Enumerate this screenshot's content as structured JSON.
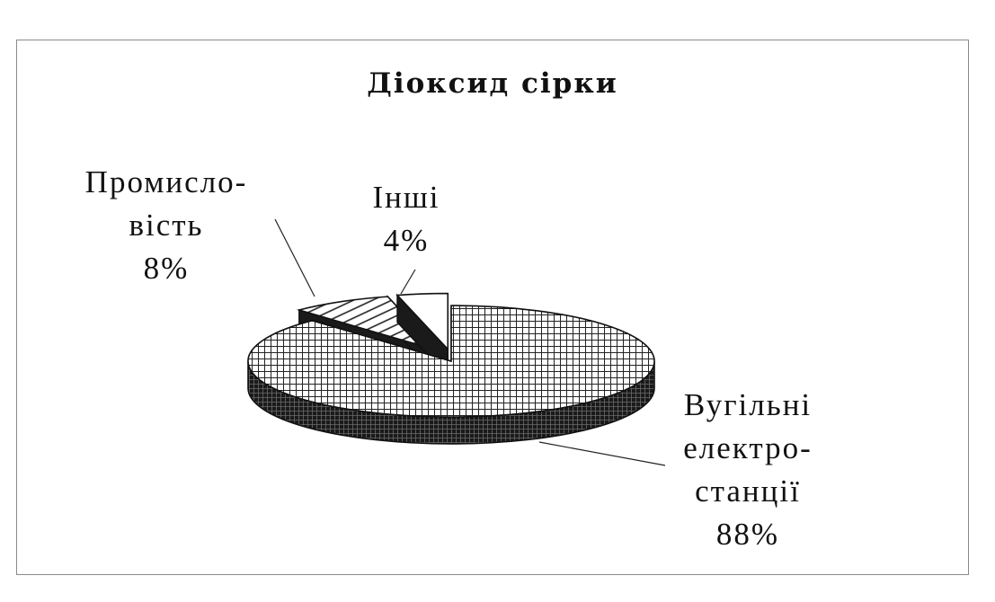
{
  "chart_data": {
    "type": "pie",
    "title": "Діоксид сірки",
    "slices": [
      {
        "name_lines": [
          "Вугільні",
          "електро-",
          "станції"
        ],
        "value": 88,
        "value_label": "88%",
        "pattern": "grid",
        "exploded": false
      },
      {
        "name_lines": [
          "Промисло-",
          "вість"
        ],
        "value": 8,
        "value_label": "8%",
        "pattern": "diagonal",
        "exploded": true
      },
      {
        "name_lines": [
          "Інші"
        ],
        "value": 4,
        "value_label": "4%",
        "pattern": "blank",
        "exploded": true
      }
    ],
    "three_d": true,
    "legend": "none",
    "colors": {
      "ink": "#111111",
      "paper": "#ffffff",
      "frame": "#8a8a8a"
    }
  }
}
